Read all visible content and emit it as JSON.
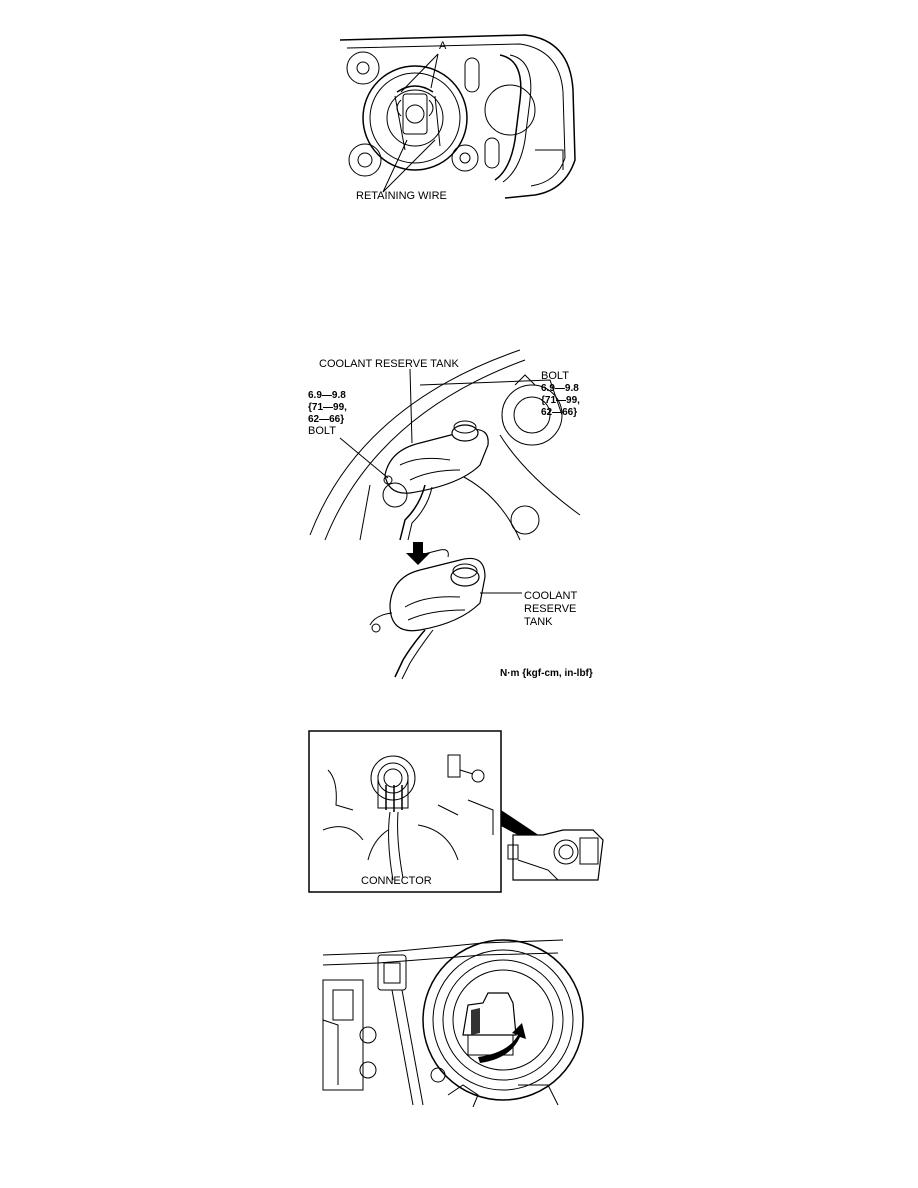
{
  "figure1": {
    "label_a": "A",
    "label_retaining_wire": "RETAINING WIRE"
  },
  "figure2": {
    "label_coolant_tank_top": "COOLANT RESERVE TANK",
    "left_torque_1": "6.9—9.8",
    "left_torque_2": "{71—99,",
    "left_torque_3": "62—66}",
    "left_bolt": "BOLT",
    "right_bolt": "BOLT",
    "right_torque_1": "6.9—9.8",
    "right_torque_2": "{71—99,",
    "right_torque_3": "62—66}",
    "tank_label_1": "COOLANT",
    "tank_label_2": "RESERVE",
    "tank_label_3": "TANK",
    "units": "N·m {kgf-cm, in-lbf}"
  },
  "figure3": {
    "label_connector": "CONNECTOR"
  }
}
